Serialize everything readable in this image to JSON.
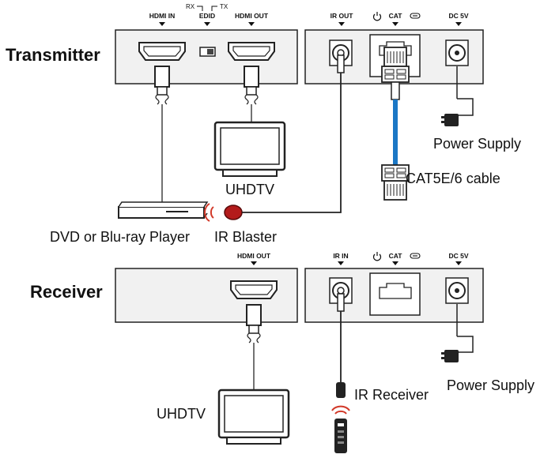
{
  "colors": {
    "device_body": "#f1f1f1",
    "outline": "#222222",
    "cat_cable": "#1b77c5",
    "ir_blaster": "#b31b1b",
    "ir_waves": "#d23a2a"
  },
  "transmitter": {
    "title": "Transmitter",
    "ports": {
      "hdmi_in": "HDMI IN",
      "edid": "EDID",
      "rx": "RX",
      "tx": "TX",
      "hdmi_out": "HDMI OUT",
      "ir_out": "IR OUT",
      "cat": "CAT",
      "dc": "DC 5V"
    }
  },
  "receiver": {
    "title": "Receiver",
    "ports": {
      "hdmi_out": "HDMI OUT",
      "ir_in": "IR IN",
      "cat": "CAT",
      "dc": "DC 5V"
    }
  },
  "labels": {
    "uhdtv_top": "UHDTV",
    "uhdtv_bottom": "UHDTV",
    "dvd_player": "DVD or Blu-ray Player",
    "ir_blaster": "IR Blaster",
    "cable": "CAT5E/6 cable",
    "power_supply_top": "Power Supply",
    "power_supply_bottom": "Power Supply",
    "ir_receiver": "IR Receiver"
  },
  "icons": {
    "power_symbol": "power-icon",
    "link_symbol": "link-icon"
  }
}
